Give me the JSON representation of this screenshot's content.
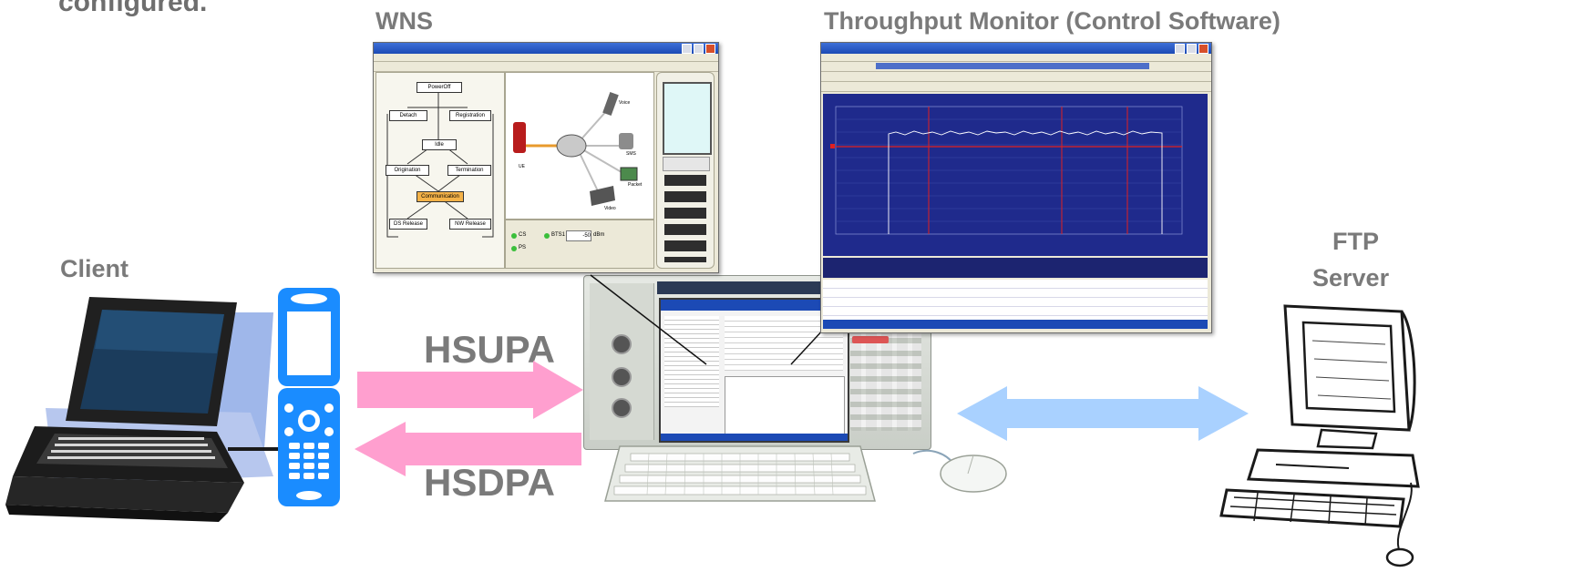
{
  "labels": {
    "top_left_fragment": "configured.",
    "wns": "WNS",
    "throughput_monitor": "Throughput Monitor (Control Software)",
    "client": "Client",
    "ftp_server_line1": "FTP",
    "ftp_server_line2": "Server",
    "uplink": "HSUPA",
    "downlink": "HSDPA"
  },
  "colors": {
    "label_gray": "#7a7a7a",
    "uplink_arrow": "#ff9fcf",
    "downlink_arrow": "#ff9fcf",
    "server_link_arrow": "#a9d1ff",
    "phone_blue": "#1a8cff",
    "monitor_plot_bg": "#1f2a8c",
    "monitor_trace": "#ffffff",
    "monitor_marker": "#e02020"
  },
  "wns_window": {
    "state_nodes": [
      "PowerOff",
      "Detach",
      "Registration",
      "Idle",
      "Origination",
      "Termination",
      "Communication",
      "DS Release",
      "NW Release"
    ],
    "network_labels": [
      "UE",
      "Voice",
      "SMS",
      "Packet",
      "Video"
    ],
    "status_labels": [
      "CS",
      "PS",
      "BTS1",
      "-50",
      "dBm"
    ]
  },
  "icons": [
    "laptop-icon",
    "mobile-phone-icon",
    "signalling-tester-icon",
    "keyboard-icon",
    "mouse-icon",
    "desktop-computer-icon",
    "globe-icon"
  ]
}
